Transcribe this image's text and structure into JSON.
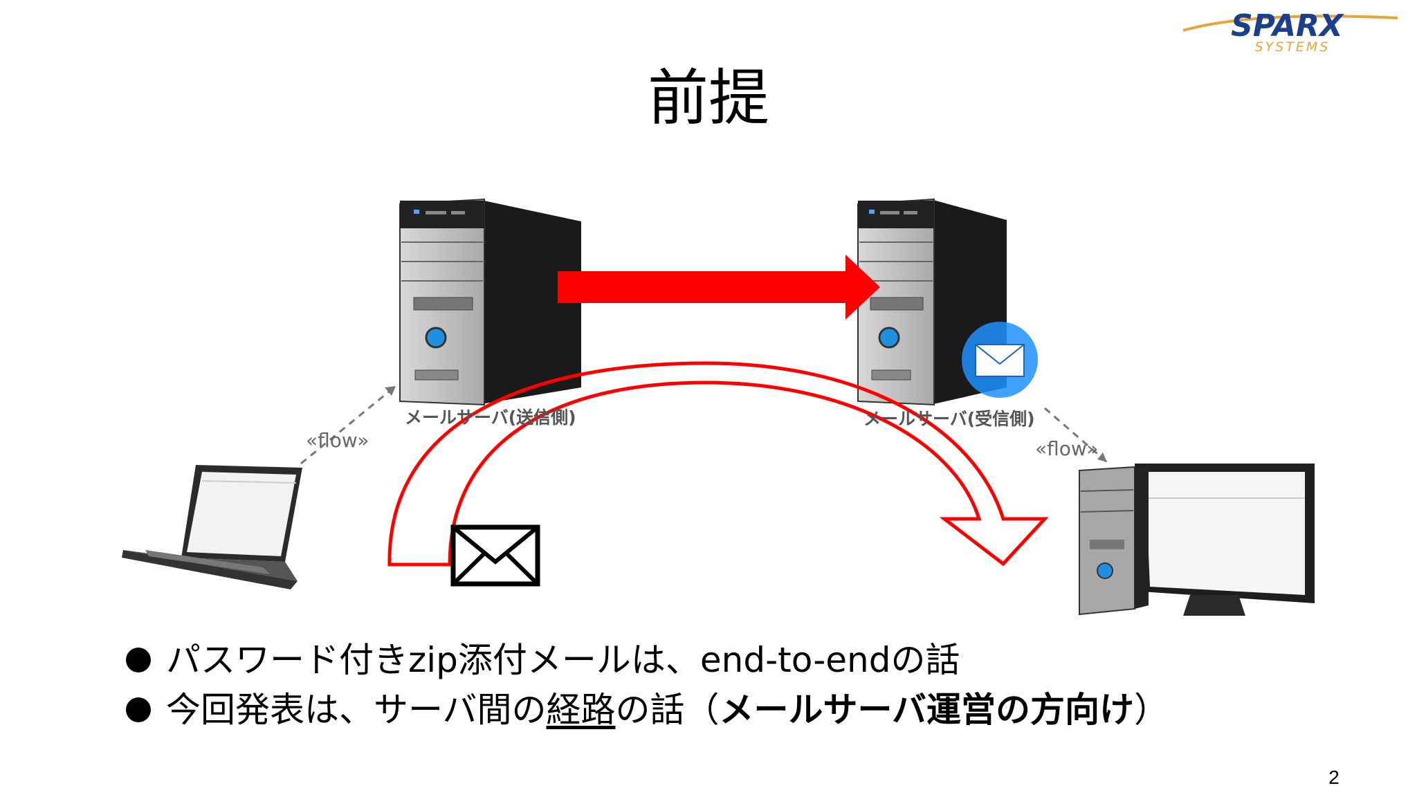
{
  "logo": {
    "main": "SPARX",
    "sub": "SYSTEMS"
  },
  "title": "前提",
  "diagram": {
    "sender_server_label": "メールサーバ(送信側)",
    "receiver_server_label": "メールサーバ(受信側)",
    "flow_left": "«flow»",
    "flow_right": "«flow»"
  },
  "bullets": [
    {
      "text": "パスワード付きzip添付メールは、end-to-endの話"
    },
    {
      "pre": "今回発表は、サーバ間の",
      "underlined": "経路",
      "mid": "の話（",
      "bold": "メールサーバ運営の方向け",
      "post": "）"
    }
  ],
  "page_number": "2",
  "colors": {
    "arrow_red": "#ff0000",
    "logo_blue": "#1b3f8b",
    "logo_orange": "#e8a33a"
  }
}
